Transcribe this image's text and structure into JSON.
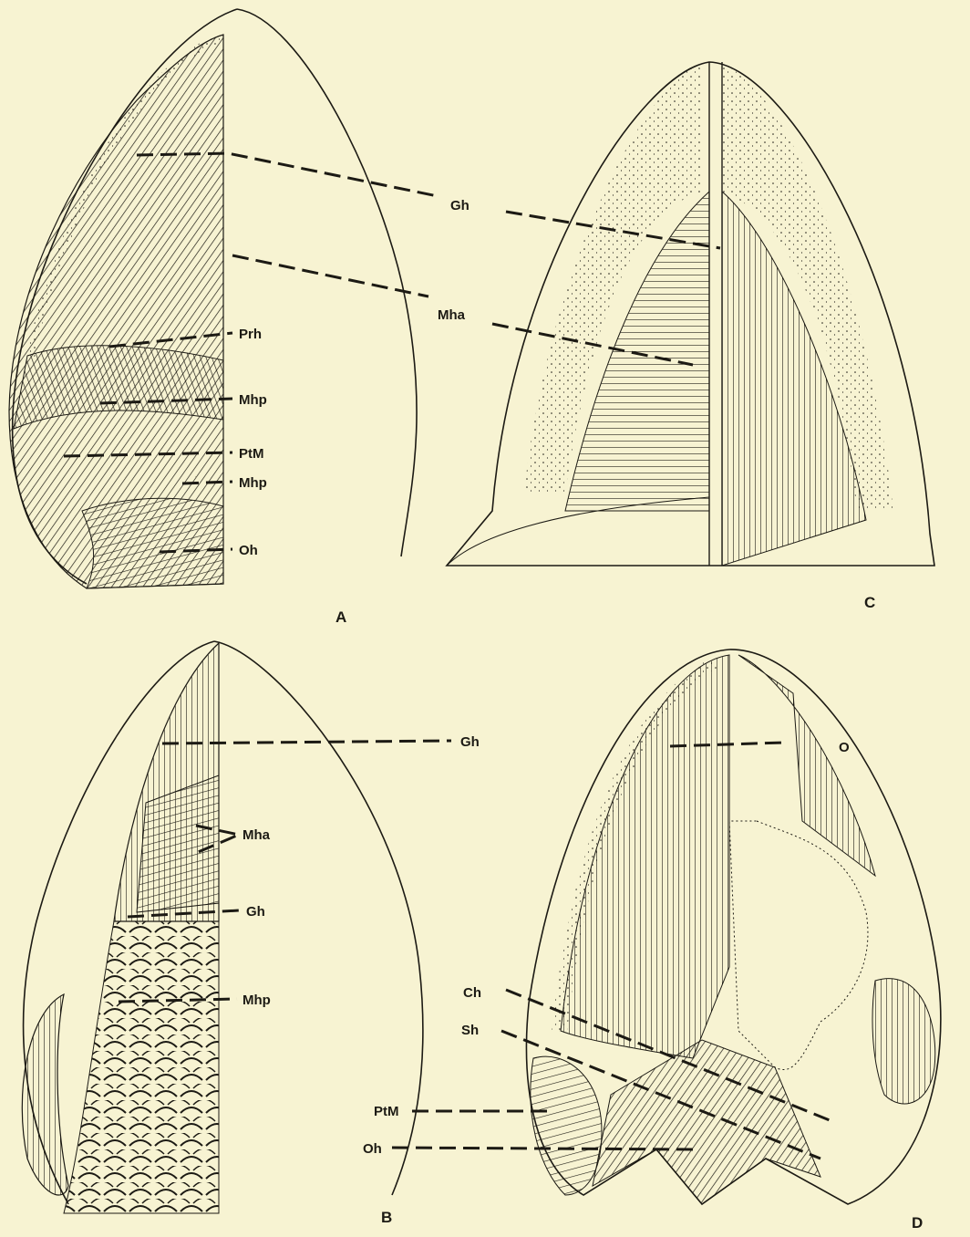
{
  "colors": {
    "paper": "#f7f3d2",
    "ink": "#1c1a14"
  },
  "panels": {
    "A": {
      "label": "A",
      "callouts": {
        "gh": "Gh",
        "mha": "Mha",
        "prh": "Prh",
        "mhp1": "Mhp",
        "ptm": "PtM",
        "mhp2": "Mhp",
        "oh": "Oh"
      }
    },
    "B": {
      "label": "B",
      "callouts": {
        "gh1": "Gh",
        "mha": "Mha",
        "gh2": "Gh",
        "mhp": "Mhp"
      }
    },
    "C": {
      "label": "C"
    },
    "D": {
      "label": "D",
      "callouts": {
        "o": "O",
        "ch": "Ch",
        "sh": "Sh",
        "ptm": "PtM",
        "oh": "Oh"
      }
    }
  }
}
